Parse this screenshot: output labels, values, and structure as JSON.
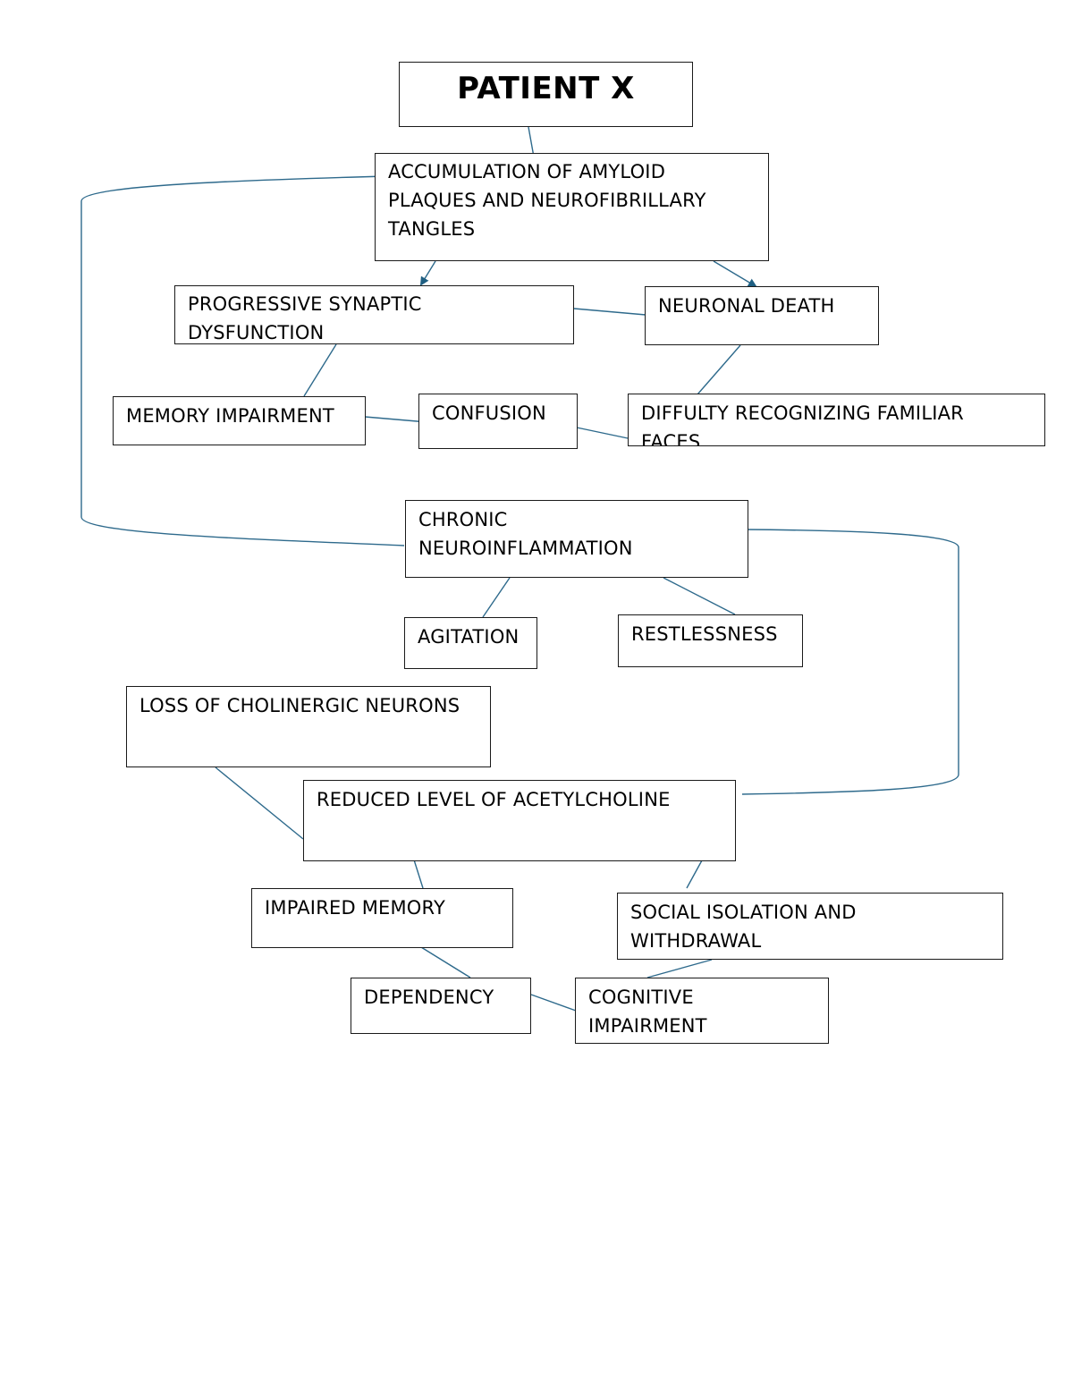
{
  "title": "PATIENT X",
  "colors": {
    "connector": "#2e6a8c",
    "border": "#1a1a1a",
    "text": "#000000"
  },
  "nodes": {
    "accumulation": "ACCUMULATION OF AMYLOID PLAQUES AND NEUROFIBRILLARY TANGLES",
    "synaptic": "PROGRESSIVE SYNAPTIC DYSFUNCTION",
    "neuronal_death": "NEURONAL DEATH",
    "memory_impairment": "MEMORY IMPAIRMENT",
    "confusion": "CONFUSION",
    "familiar_faces": "DIFFULTY RECOGNIZING FAMILIAR FACES",
    "neuroinflammation": "CHRONIC NEUROINFLAMMATION",
    "agitation": "AGITATION",
    "restlessness": "RESTLESSNESS",
    "cholinergic": "LOSS OF CHOLINERGIC NEURONS",
    "acetylcholine": "REDUCED LEVEL OF ACETYLCHOLINE",
    "impaired_memory": "IMPAIRED MEMORY",
    "social_isolation": "SOCIAL ISOLATION AND WITHDRAWAL",
    "dependency": "DEPENDENCY",
    "cognitive": "COGNITIVE IMPAIRMENT"
  }
}
